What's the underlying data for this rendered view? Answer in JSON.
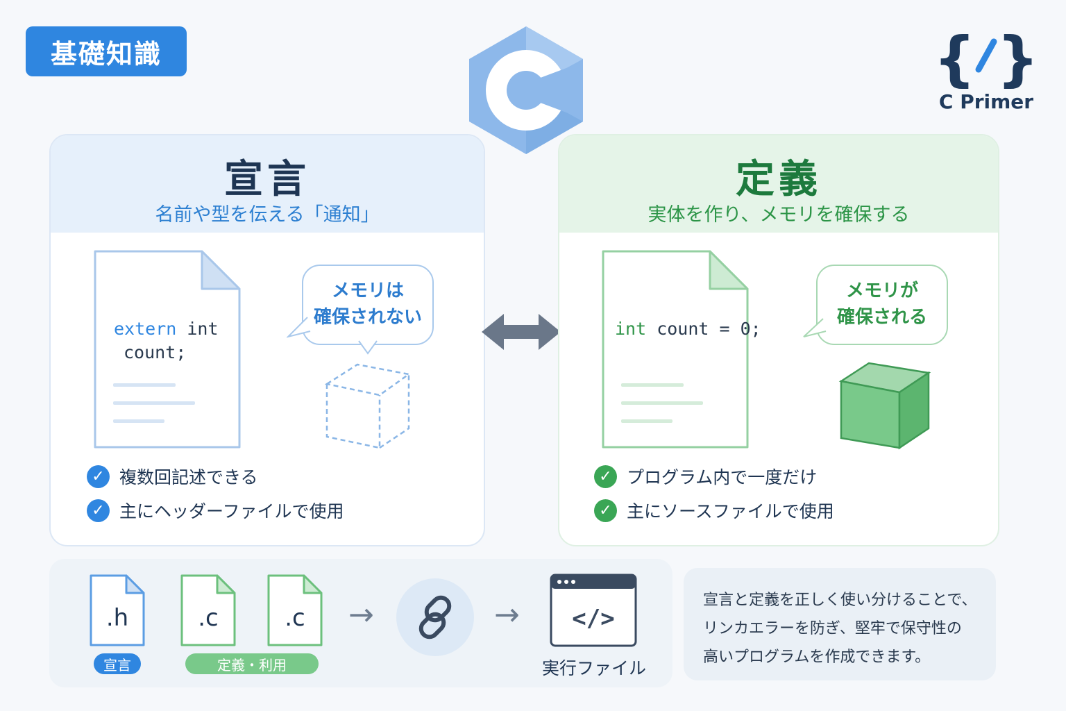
{
  "header": {
    "badge": "基礎知識",
    "brand_symbol": "{/}",
    "brand_name": "C Primer",
    "logo_letter": "C"
  },
  "declaration": {
    "title": "宣言",
    "subtitle": "名前や型を伝える「通知」",
    "code_keyword": "extern",
    "code_rest_1": " int",
    "code_line_2": "count;",
    "bubble_line_1": "メモリは",
    "bubble_line_2": "確保されない",
    "checks": [
      "複数回記述できる",
      "主にヘッダーファイルで使用"
    ]
  },
  "definition": {
    "title": "定義",
    "subtitle": "実体を作り、メモリを確保する",
    "code_keyword": "int",
    "code_rest": " count = 0;",
    "bubble_line_1": "メモリが",
    "bubble_line_2": "確保される",
    "checks": [
      "プログラム内で一度だけ",
      "主にソースファイルで使用"
    ]
  },
  "flow": {
    "file_h": ".h",
    "file_c1": ".c",
    "file_c2": ".c",
    "tag_h": "宣言",
    "tag_c": "定義・利用",
    "arrow": "→",
    "exe_symbol": "</>",
    "exe_label": "実行ファイル"
  },
  "note": {
    "lines": [
      "宣言と定義を正しく使い分けることで、",
      "リンカエラーを防ぎ、堅牢で保守性の",
      "高いプログラムを作成できます。"
    ]
  },
  "colors": {
    "blue": "#2f86e0",
    "green": "#3aa655",
    "dark": "#1f3552"
  }
}
